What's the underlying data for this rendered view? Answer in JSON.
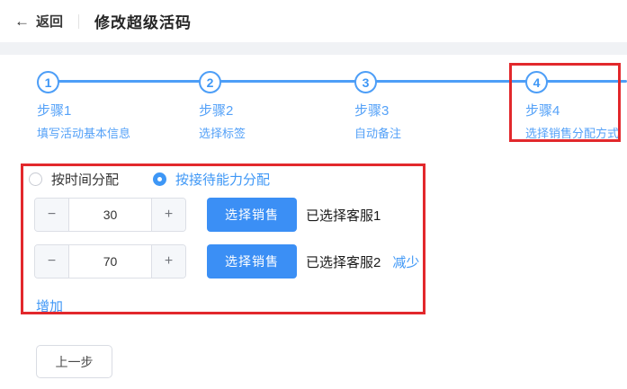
{
  "header": {
    "back_icon": "←",
    "back_label": "返回",
    "title": "修改超级活码"
  },
  "stepper": {
    "steps": [
      {
        "num": "1",
        "label": "步骤1",
        "desc": "填写活动基本信息"
      },
      {
        "num": "2",
        "label": "步骤2",
        "desc": "选择标签"
      },
      {
        "num": "3",
        "label": "步骤3",
        "desc": "自动备注"
      },
      {
        "num": "4",
        "label": "步骤4",
        "desc": "选择销售分配方式"
      }
    ],
    "current_step": "4"
  },
  "allocation": {
    "options": [
      {
        "label": "按时间分配",
        "selected": false
      },
      {
        "label": "按接待能力分配",
        "selected": true
      }
    ],
    "controls": {
      "minus": "−",
      "plus": "+"
    },
    "rows": [
      {
        "value": "30",
        "select_button": "选择销售",
        "selected_text": "已选择客服1",
        "remove_link": ""
      },
      {
        "value": "70",
        "select_button": "选择销售",
        "selected_text": "已选择客服2",
        "remove_link": "减少"
      }
    ],
    "add_link": "增加"
  },
  "footer": {
    "prev_button": "上一步"
  },
  "colors": {
    "primary_blue": "#3e97f6",
    "step_blue": "#4d9ef7",
    "button_blue": "#3b8ff5",
    "annotation_red": "#e2282c",
    "strip_gray": "#f0f2f5"
  }
}
